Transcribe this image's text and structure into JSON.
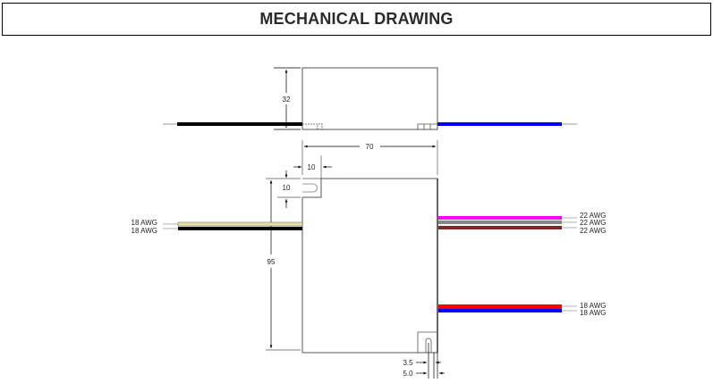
{
  "header": {
    "title": "MECHANICAL DRAWING"
  },
  "dimensions": {
    "height_top": "32",
    "width": "70",
    "notch_w": "10",
    "notch_h": "10",
    "length": "95",
    "slot_w": "3.5",
    "slot_outer": "5.0"
  },
  "left_wires": [
    {
      "label": "18 AWG",
      "color": "#e8e0a0"
    },
    {
      "label": "18 AWG",
      "color": "#000000"
    }
  ],
  "right_wires_signal": [
    {
      "label": "22 AWG",
      "color": "#ff00ff"
    },
    {
      "label": "22 AWG",
      "color": "#888888"
    },
    {
      "label": "22 AWG",
      "color": "#7a2a22"
    }
  ],
  "right_wires_power": [
    {
      "label": "18 AWG",
      "color": "#ff0000"
    },
    {
      "label": "18 AWG",
      "color": "#0000ff"
    }
  ],
  "top_view_wires": [
    {
      "color": "#000000"
    },
    {
      "color": "#0000ff"
    }
  ]
}
